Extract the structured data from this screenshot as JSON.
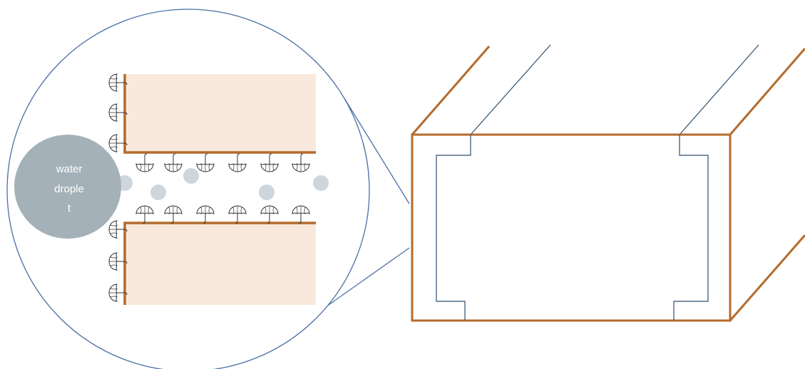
{
  "droplet": {
    "label_lines": [
      "water",
      "drople",
      "t"
    ]
  },
  "colors": {
    "wall": "#b46a2c",
    "fill": "#f8e9dc",
    "outline": "#2e4f6e",
    "magnifier": "#4a6fa5",
    "droplet": "#a5b1b8",
    "particle": "#cdd6dc",
    "umbrella": "#333333"
  },
  "icons": {
    "coating": "umbrella-icon",
    "particle": "circle-icon"
  },
  "umbrella_counts": {
    "top_left_wall": 3,
    "top_bottom_edge": 6,
    "bottom_top_edge": 6,
    "bottom_left_wall": 3
  },
  "particle_count": 5
}
